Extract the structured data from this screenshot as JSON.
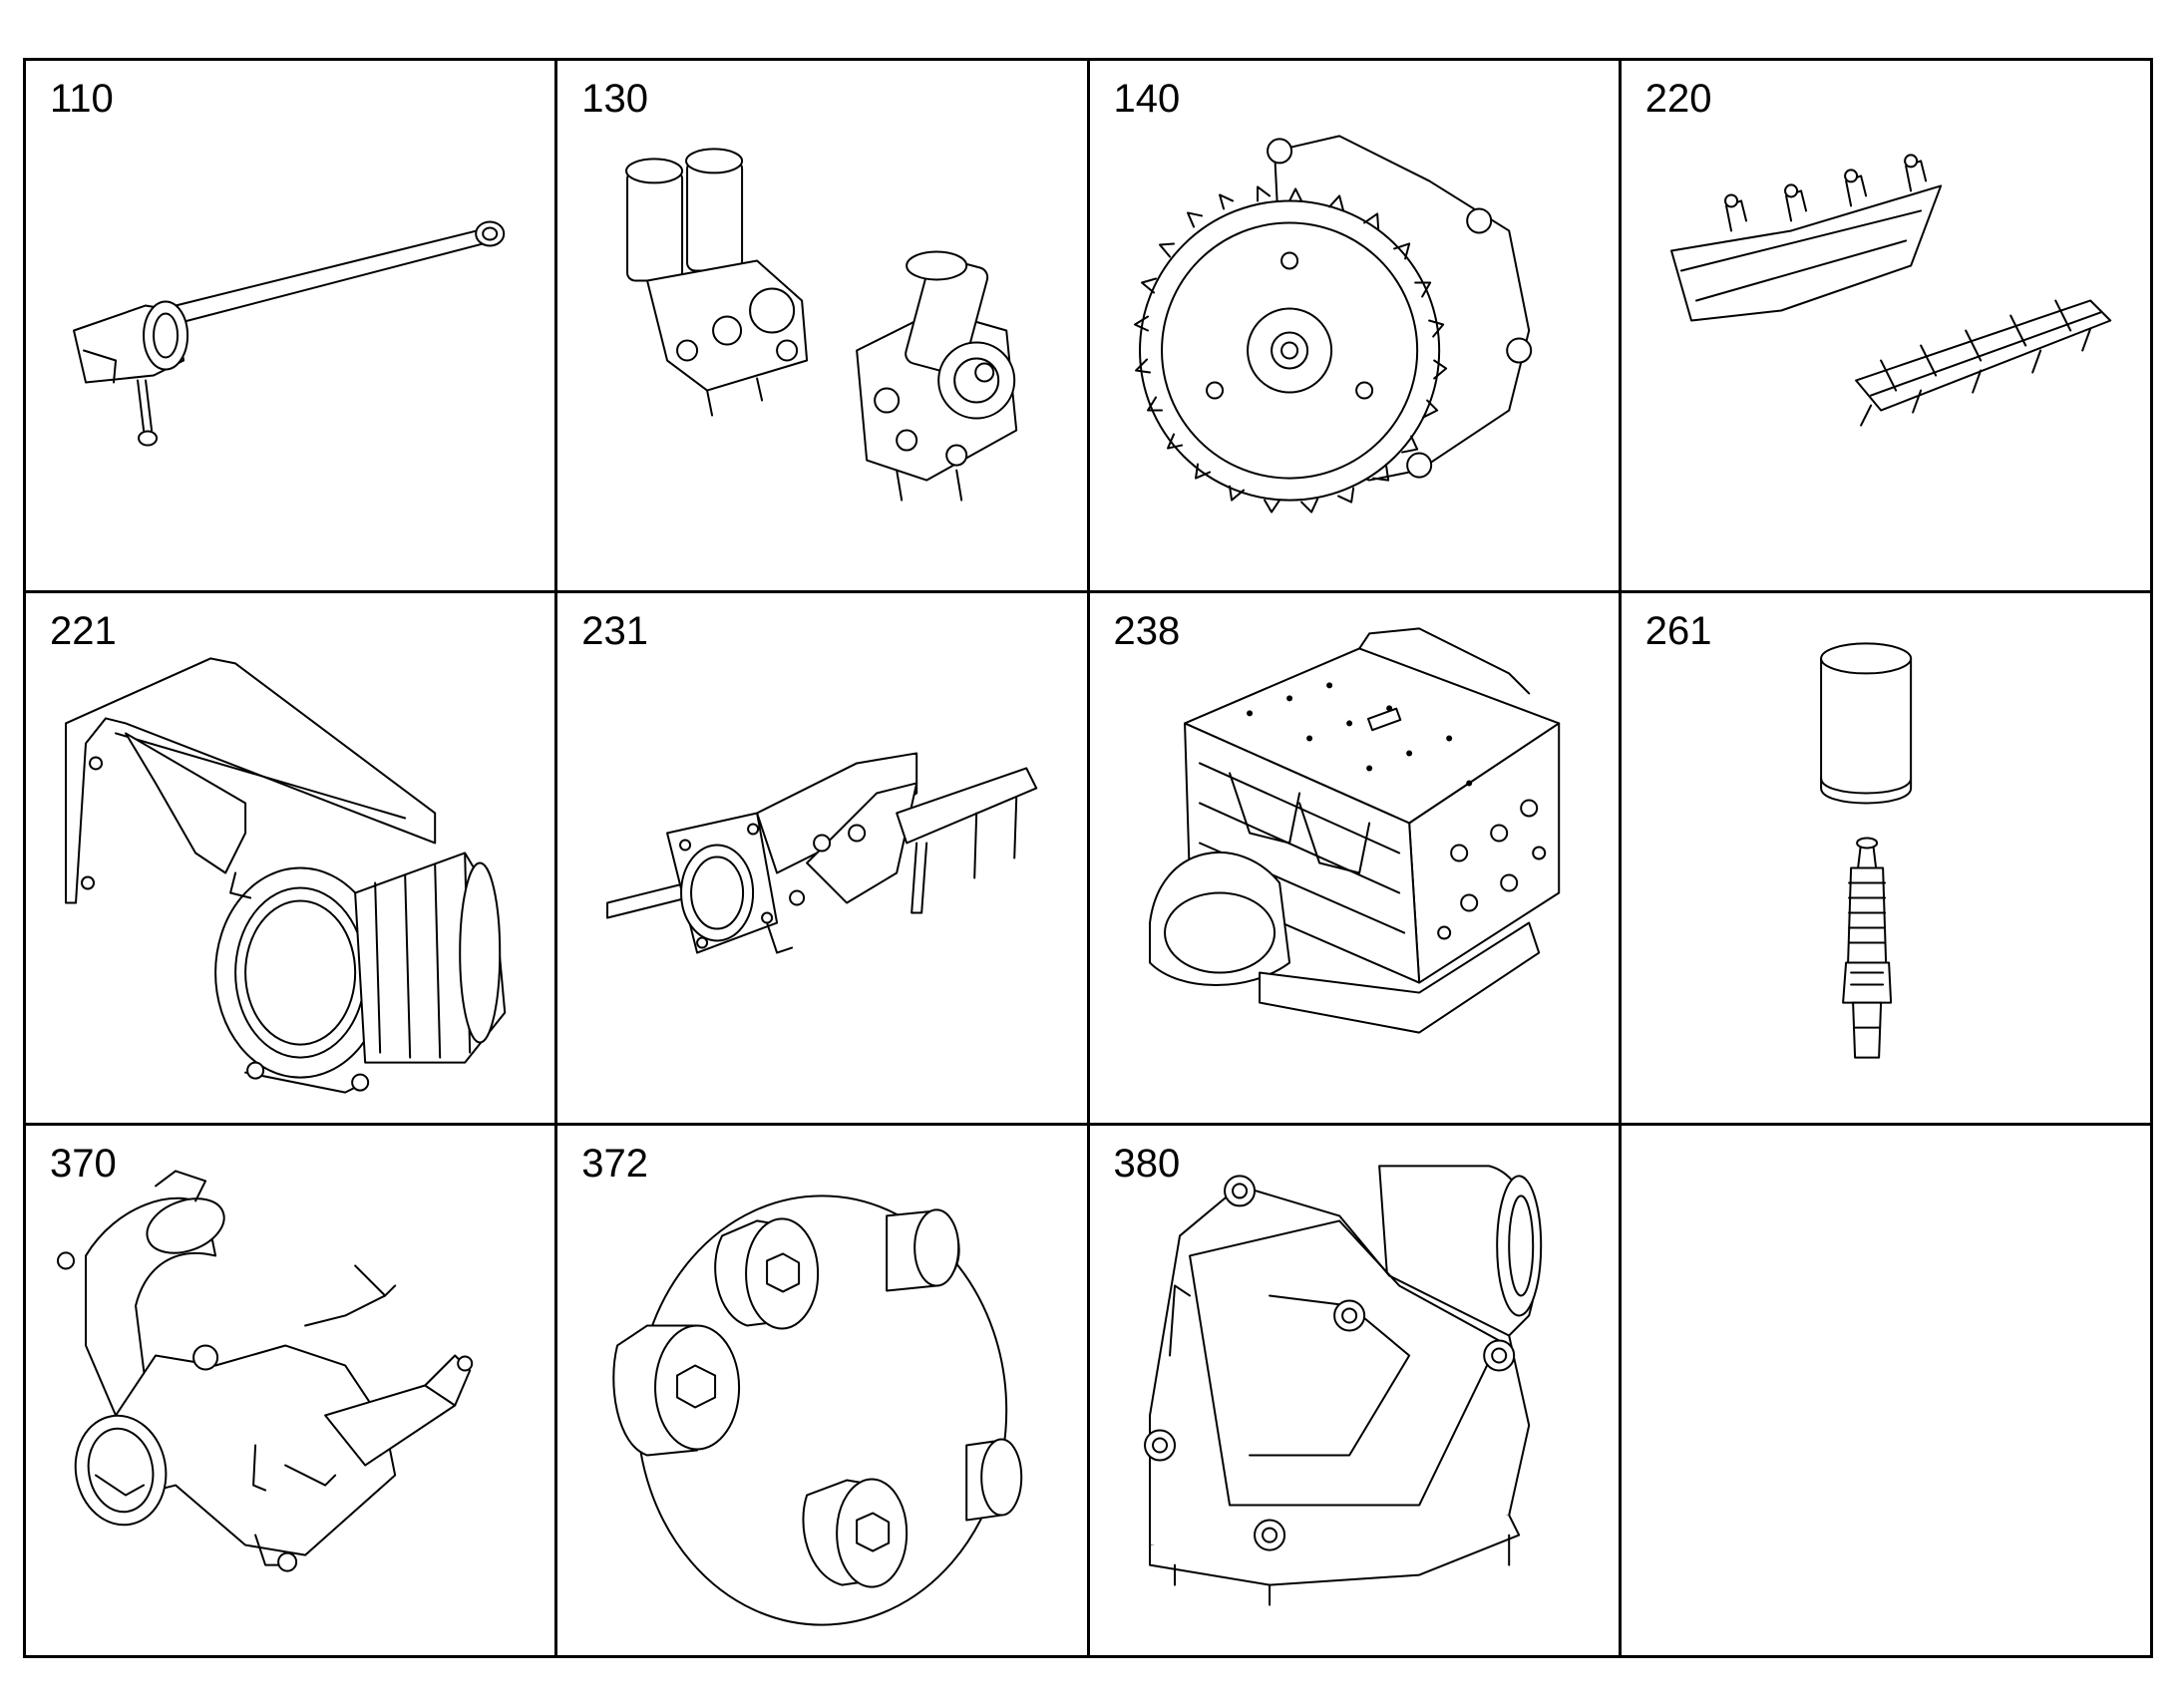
{
  "parts": [
    {
      "number": "110",
      "icon": "pipe-tool-icon"
    },
    {
      "number": "130",
      "icon": "fuel-pump-assembly-icon"
    },
    {
      "number": "140",
      "icon": "gear-housing-icon"
    },
    {
      "number": "220",
      "icon": "manifold-icon"
    },
    {
      "number": "221",
      "icon": "bracket-turbo-housing-icon"
    },
    {
      "number": "231",
      "icon": "flange-bracket-icon"
    },
    {
      "number": "238",
      "icon": "cylinder-block-icon"
    },
    {
      "number": "261",
      "icon": "filter-and-spark-plug-icon"
    },
    {
      "number": "370",
      "icon": "exhaust-pipe-icon"
    },
    {
      "number": "372",
      "icon": "flange-plug-icon"
    },
    {
      "number": "380",
      "icon": "thermostat-housing-icon"
    },
    {
      "number": "",
      "icon": ""
    }
  ]
}
